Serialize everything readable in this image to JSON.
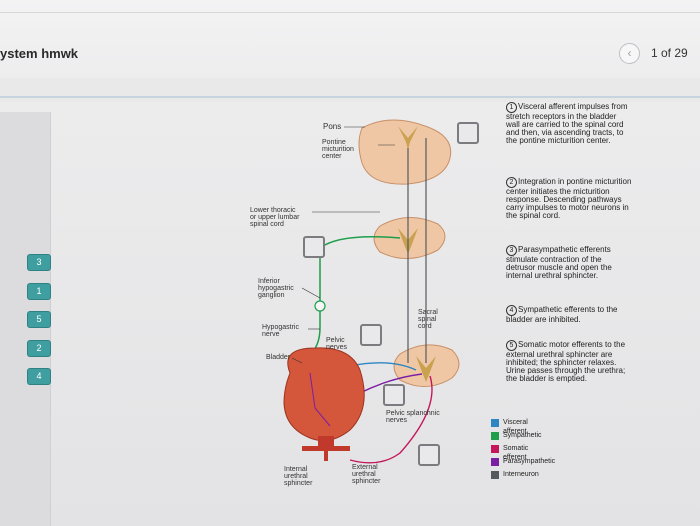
{
  "header": {
    "title": "ystem hmwk",
    "prev_icon": "chevron-left-icon",
    "counter": "1 of 29"
  },
  "tabs": [
    {
      "label": "3"
    },
    {
      "label": "1"
    },
    {
      "label": "5"
    },
    {
      "label": "2"
    },
    {
      "label": "4"
    }
  ],
  "diagram": {
    "labels": {
      "pons": "Pons",
      "pontine_center": "Pontine\nmicturition\ncenter",
      "lower_thoracic": "Lower thoracic\nor upper lumbar\nspinal cord",
      "inferior_hypogastric": "Inferior\nhypogastric\nganglion",
      "hypogastric_nerve": "Hypogastric\nnerve",
      "bladder": "Bladder",
      "pelvic_nerves": "Pelvic\nnerves",
      "sacral_cord": "Sacral\nspinal\ncord",
      "pelvic_splanchnic": "Pelvic splanchnic\nnerves",
      "internal_sphincter": "Internal\nurethral\nsphincter",
      "external_sphincter": "External\nurethral\nsphincter"
    }
  },
  "steps": [
    {
      "num": "1",
      "text": "Visceral afferent impulses from stretch receptors in the bladder wall are carried to the spinal cord and then, via ascending tracts, to the pontine micturition center."
    },
    {
      "num": "2",
      "text": "Integration in pontine micturition center initiates the micturition response. Descending pathways carry impulses to motor neurons in the spinal cord."
    },
    {
      "num": "3",
      "text": "Parasympathetic efferents stimulate contraction of the detrusor muscle and open the internal urethral sphincter."
    },
    {
      "num": "4",
      "text": "Sympathetic efferents to the bladder are inhibited."
    },
    {
      "num": "5",
      "text": "Somatic motor efferents to the external urethral sphincter are inhibited; the sphincter relaxes. Urine passes through the urethra; the bladder is emptied."
    }
  ],
  "legend": [
    {
      "label": "Visceral afferent",
      "color": "#2e86c1"
    },
    {
      "label": "Sympathetic",
      "color": "#1e9e4b"
    },
    {
      "label": "Somatic efferent",
      "color": "#c2185b"
    },
    {
      "label": "Parasympathetic",
      "color": "#7b1fa2"
    },
    {
      "label": "Interneuron",
      "color": "#555a5f"
    }
  ]
}
